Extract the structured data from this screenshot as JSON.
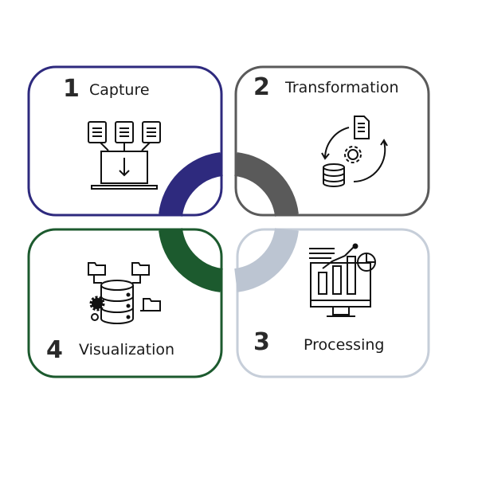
{
  "steps": [
    {
      "number": "1",
      "label": "Capture",
      "color": "#2e2a7e",
      "icon": "laptop-download-icon"
    },
    {
      "number": "2",
      "label": "Transformation",
      "color": "#5a5a5a",
      "icon": "data-transform-cycle-icon"
    },
    {
      "number": "3",
      "label": "Processing",
      "color": "#bcc5d2",
      "icon": "analytics-monitor-icon"
    },
    {
      "number": "4",
      "label": "Visualization",
      "color": "#1c5a2e",
      "icon": "database-gear-folders-icon"
    }
  ]
}
